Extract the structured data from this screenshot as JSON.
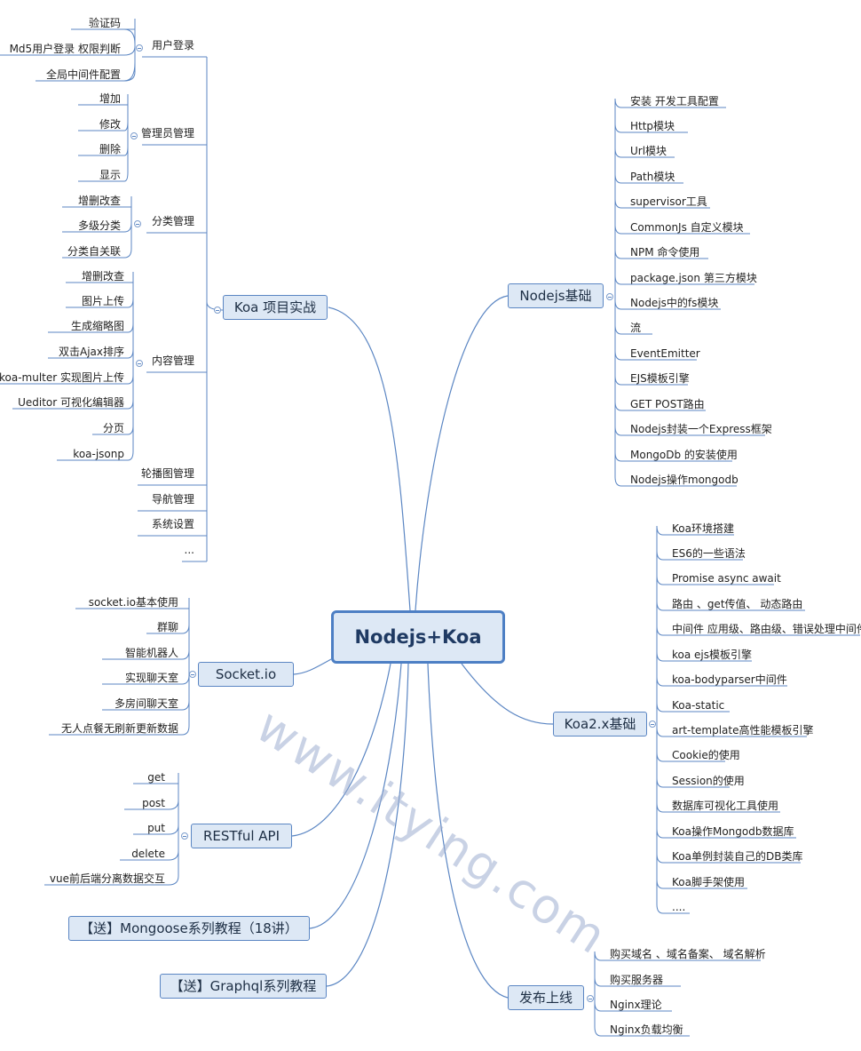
{
  "center": "Nodejs+Koa",
  "watermark": "www.itying.com",
  "colors": {
    "line": "#5b86c3",
    "topic_bg": "#dde8f5",
    "watermark": "#9eaed0"
  },
  "koa_project": {
    "label": "Koa 项目实战",
    "login": {
      "label": "用户登录",
      "items": [
        "验证码",
        "Md5用户登录 权限判断",
        "全局中间件配置"
      ]
    },
    "admin": {
      "label": "管理员管理",
      "items": [
        "增加",
        "修改",
        "删除",
        "显示"
      ]
    },
    "category": {
      "label": "分类管理",
      "items": [
        "增删改查",
        "多级分类",
        "分类自关联"
      ]
    },
    "content": {
      "label": "内容管理",
      "items": [
        "增删改查",
        "图片上传",
        "生成缩略图",
        "双击Ajax排序",
        "koa-multer 实现图片上传",
        "Ueditor 可视化编辑器",
        "分页",
        "koa-jsonp"
      ]
    },
    "others": [
      "轮播图管理",
      "导航管理",
      "系统设置",
      "..."
    ]
  },
  "socketio": {
    "label": "Socket.io",
    "items": [
      "socket.io基本使用",
      "群聊",
      "智能机器人",
      "实现聊天室",
      "多房间聊天室",
      "无人点餐无刷新更新数据"
    ]
  },
  "restful": {
    "label": "RESTful API",
    "items": [
      "get",
      "post",
      "put",
      "delete",
      "vue前后端分离数据交互"
    ]
  },
  "mongoose": {
    "label": "【送】Mongoose系列教程（18讲）"
  },
  "graphql": {
    "label": "【送】Graphql系列教程"
  },
  "nodejs_basic": {
    "label": "Nodejs基础",
    "items": [
      "安装 开发工具配置",
      "Http模块",
      "Url模块",
      "Path模块",
      "supervisor工具",
      "CommonJs  自定义模块",
      "NPM 命令使用",
      "package.json 第三方模块",
      "Nodejs中的fs模块",
      "流",
      "EventEmitter",
      "EJS模板引擎",
      "GET POST路由",
      "Nodejs封装一个Express框架",
      "MongoDb 的安装使用",
      "Nodejs操作mongodb"
    ]
  },
  "koa2_basic": {
    "label": "Koa2.x基础",
    "items": [
      "Koa环境搭建",
      "ES6的一些语法",
      "Promise async await",
      "路由 、get传值、 动态路由",
      "中间件 应用级、路由级、错误处理中间件",
      "koa ejs模板引擎",
      "koa-bodyparser中间件",
      "Koa-static",
      "art-template高性能模板引擎",
      "Cookie的使用",
      "Session的使用",
      "数据库可视化工具使用",
      "Koa操作Mongodb数据库",
      "Koa单例封装自己的DB类库",
      "Koa脚手架使用",
      "...."
    ]
  },
  "deploy": {
    "label": "发布上线",
    "items": [
      "购买域名 、域名备案、 域名解析",
      "购买服务器",
      "Nginx理论",
      "Nginx负载均衡"
    ]
  }
}
